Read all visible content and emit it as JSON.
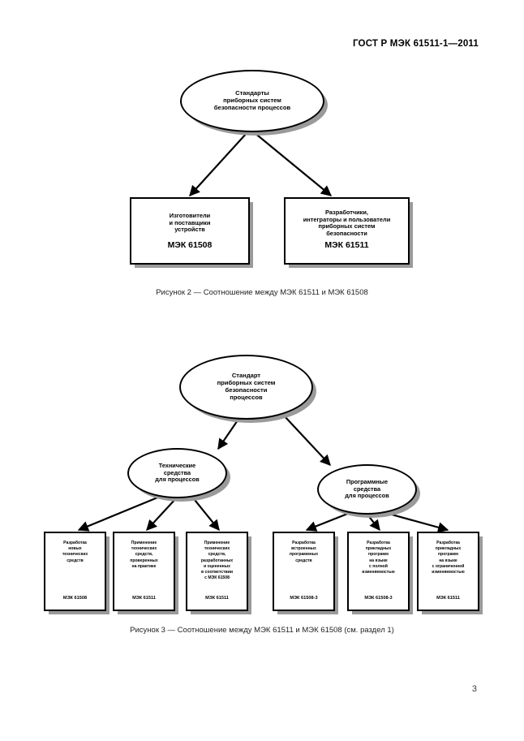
{
  "document": {
    "header": "ГОСТ Р МЭК 61511-1—2011",
    "page_number": "3"
  },
  "figure_2": {
    "caption": "Рисунок 2 — Соотношение между МЭК 61511 и МЭК 61508",
    "root": {
      "title": "Стандарты\nприборных систем\nбезопасности процессов"
    },
    "boxes": [
      {
        "title": "Изготовители\nи поставщики\nустройств",
        "code": "МЭК 61508"
      },
      {
        "title": "Разработчики,\nинтеграторы и пользователи\nприборных систем\nбезопасности",
        "code": "МЭК 61511"
      }
    ]
  },
  "figure_3": {
    "caption": "Рисунок 3 — Соотношение между МЭК 61511 и МЭК 61508 (см. раздел 1)",
    "root": {
      "title": "Стандарт\nприборных систем\nбезопасности\nпроцессов"
    },
    "mid": [
      {
        "title": "Технические\nсредства\nдля процессов"
      },
      {
        "title": "Программные\nсредства\nдля процессов"
      }
    ],
    "leaves": [
      {
        "title": "Разработка\nновых\nтехнических\nсредств",
        "code": "МЭК 61508"
      },
      {
        "title": "Применение\nтехнических\nсредств,\nпроверенных\nна практике",
        "code": "МЭК 61511"
      },
      {
        "title": "Применение\nтехнических\nсредств,\nразработанных\nи оцененных\nв соответствии\nс МЭК 61508",
        "code": "МЭК 61511"
      },
      {
        "title": "Разработка\nвстроенных\nпрограммных\nсредств",
        "code": "МЭК 61508-3"
      },
      {
        "title": "Разработка\nприкладных\nпрограмм\nна языке\nс полной\nизменяемостью",
        "code": "МЭК 61508-3"
      },
      {
        "title": "Разработка\nприкладных\nпрограмм\nна языке\nс ограниченной\nизменяемостью",
        "code": "МЭК 61511"
      }
    ]
  },
  "colors": {
    "ink": "#000000",
    "shadow": "#9a9a9a",
    "paper": "#ffffff"
  }
}
